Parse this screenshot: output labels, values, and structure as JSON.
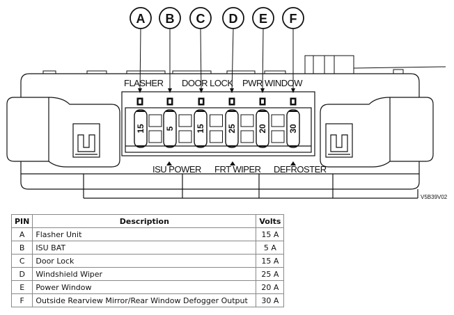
{
  "diagram": {
    "callouts": [
      "A",
      "B",
      "C",
      "D",
      "E",
      "F"
    ],
    "top_labels": [
      "FLASHER",
      "DOOR LOCK",
      "PWR WINDOW"
    ],
    "bottom_labels": [
      "ISU POWER",
      "FRT WIPER",
      "DEFROSTER"
    ],
    "fuses": [
      "15",
      "5",
      "15",
      "25",
      "20",
      "30"
    ],
    "ref_code": "V5B39V02"
  },
  "table": {
    "headers": [
      "PIN",
      "Description",
      "Volts"
    ],
    "rows": [
      {
        "pin": "A",
        "description": "Flasher Unit",
        "volts": "15 A"
      },
      {
        "pin": "B",
        "description": "ISU BAT",
        "volts": "5 A"
      },
      {
        "pin": "C",
        "description": "Door Lock",
        "volts": "15 A"
      },
      {
        "pin": "D",
        "description": "Windshield Wiper",
        "volts": "25 A"
      },
      {
        "pin": "E",
        "description": "Power Window",
        "volts": "20 A"
      },
      {
        "pin": "F",
        "description": "Outside Rearview Mirror/Rear Window Defogger Output",
        "volts": "30 A"
      }
    ]
  }
}
